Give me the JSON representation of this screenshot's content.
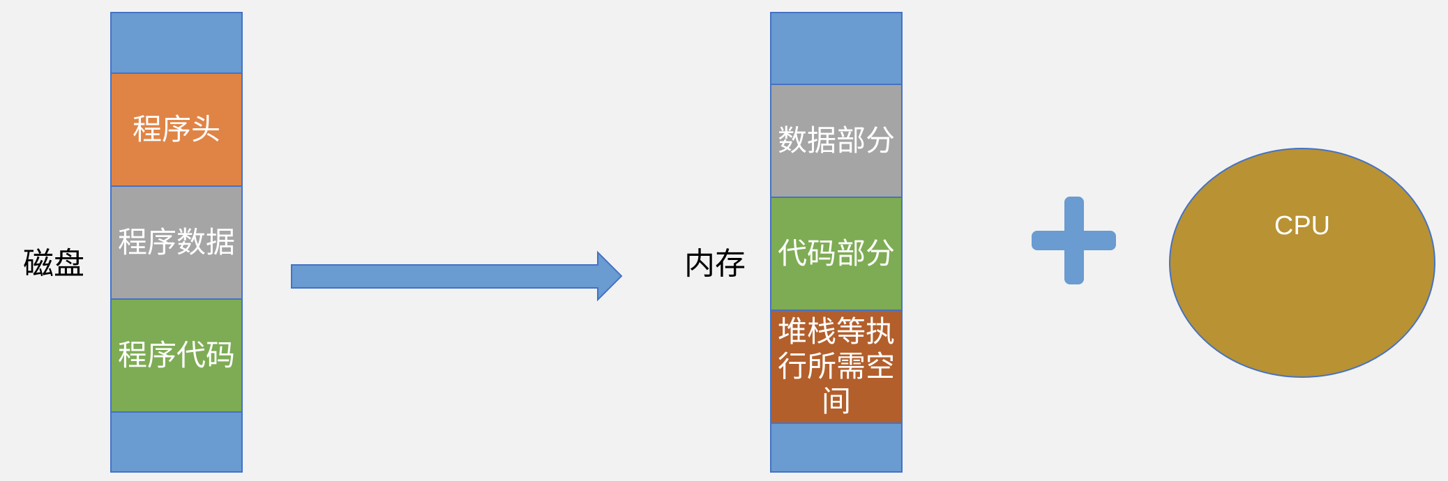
{
  "disk": {
    "label": "磁盘",
    "segments": [
      {
        "text": "",
        "color": "#6a9bd1"
      },
      {
        "text": "程序头",
        "color": "#e08445"
      },
      {
        "text": "程序数据",
        "color": "#a5a5a5"
      },
      {
        "text": "程序代码",
        "color": "#7eac54"
      },
      {
        "text": "",
        "color": "#6a9bd1"
      }
    ]
  },
  "memory": {
    "label": "内存",
    "segments": [
      {
        "text": "",
        "color": "#6a9bd1"
      },
      {
        "text": "数据部分",
        "color": "#a5a5a5"
      },
      {
        "text": "代码部分",
        "color": "#7eac54"
      },
      {
        "text": "堆栈等执行所需空间",
        "color": "#b35f2b"
      },
      {
        "text": "",
        "color": "#6a9bd1"
      }
    ]
  },
  "cpu": {
    "label": "CPU",
    "color": "#b89233"
  },
  "colors": {
    "arrow": "#6a9bd1",
    "plus": "#6a9bd1",
    "outline": "#4472c4",
    "background": "#f2f2f2"
  }
}
